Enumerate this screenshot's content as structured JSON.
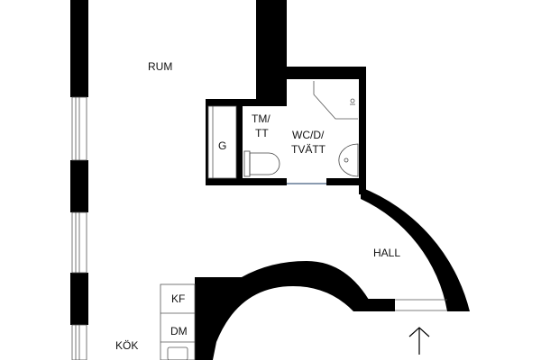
{
  "rooms": {
    "rum": "RUM",
    "tm_tt_line1": "TM/",
    "tm_tt_line2": "TT",
    "wc_line1": "WC/D/",
    "wc_line2": "TVÄTT",
    "g": "G",
    "hall": "HALL",
    "kf": "KF",
    "dm": "DM",
    "kok": "KÖK"
  },
  "colors": {
    "wall": "#000000",
    "background": "#ffffff",
    "fixture_line": "#555555",
    "window_fill": "#ffffff"
  },
  "icons": [
    "north-arrow-icon",
    "toilet-icon",
    "washbasin-icon",
    "shower-icon",
    "sink-icon"
  ]
}
